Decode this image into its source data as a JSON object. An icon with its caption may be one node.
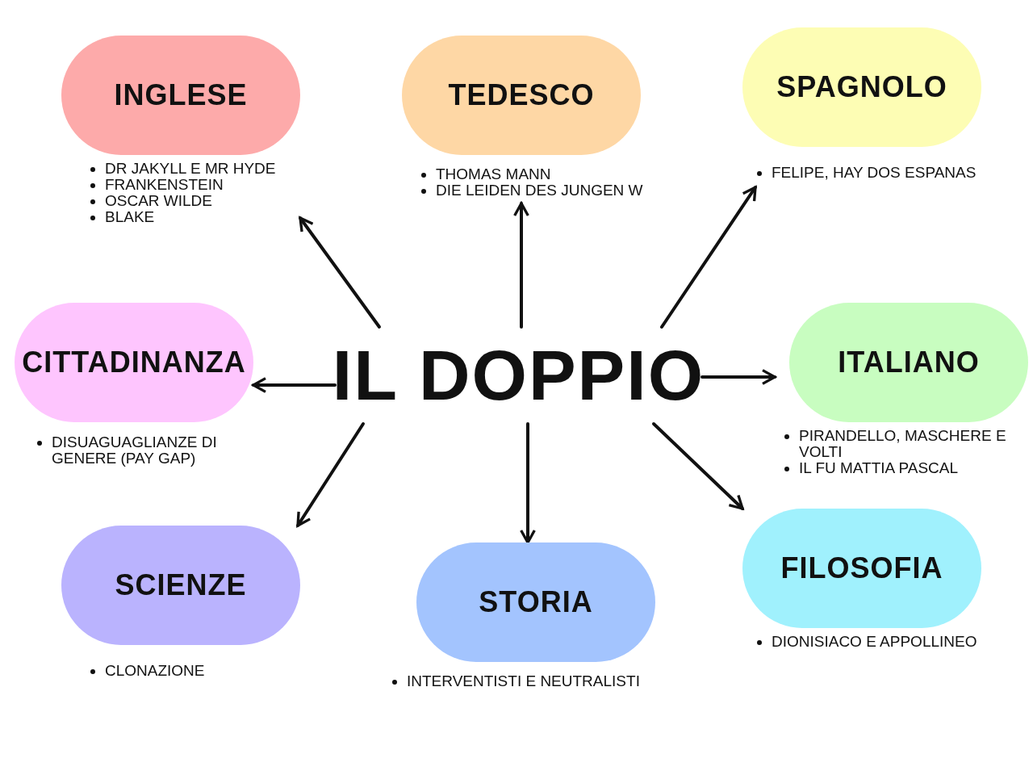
{
  "diagram": {
    "nodes": [
      {
        "text": [
          "INGLESE"
        ],
        "beside": [
          "DR JAKYLL E MR HYDE",
          "FRANKENSTEIN",
          "OSCAR WILDE",
          "BLAKE"
        ]
      },
      {
        "text": [
          "TEDESCO"
        ],
        "beside": [
          "THOMAS MANN",
          "DIE LEIDEN DES JUNGEN W"
        ]
      },
      {
        "text": [
          "SPAGNOLO"
        ],
        "beside": [
          "FELIPE, HAY DOS ESPANAS"
        ]
      },
      {
        "text": [
          "CITTADINANZA"
        ],
        "beside": [
          "DISUAGUAGLIANZE DI GENERE (PAY GAP)"
        ]
      },
      {
        "text": [
          "IL DOPPIO"
        ]
      },
      {
        "text": [
          "ITALIANO"
        ],
        "beside": [
          "PIRANDELLO, MASCHERE E VOLTI",
          "IL FU MATTIA PASCAL"
        ]
      },
      {
        "text": [
          "SCIENZE"
        ],
        "beside": [
          "CLONAZIONE"
        ]
      },
      {
        "text": [
          "STORIA"
        ],
        "beside": [
          "INTERVENTISTI E NEUTRALISTI"
        ]
      },
      {
        "text": [
          "FILOSOFIA"
        ],
        "beside": [
          "DIONISIACO E APPOLLINEO"
        ]
      }
    ],
    "edges": [
      {
        "from": 4,
        "to": 0,
        "arrow": "to"
      },
      {
        "from": 4,
        "to": 1,
        "arrow": "to"
      },
      {
        "from": 4,
        "to": 2,
        "arrow": "to"
      },
      {
        "from": 4,
        "to": 3,
        "arrow": "to"
      },
      {
        "from": 4,
        "to": 5,
        "arrow": "to"
      },
      {
        "from": 4,
        "to": 6,
        "arrow": "to"
      },
      {
        "from": 4,
        "to": 7,
        "arrow": "to"
      },
      {
        "from": 4,
        "to": 8,
        "arrow": "to"
      }
    ]
  }
}
